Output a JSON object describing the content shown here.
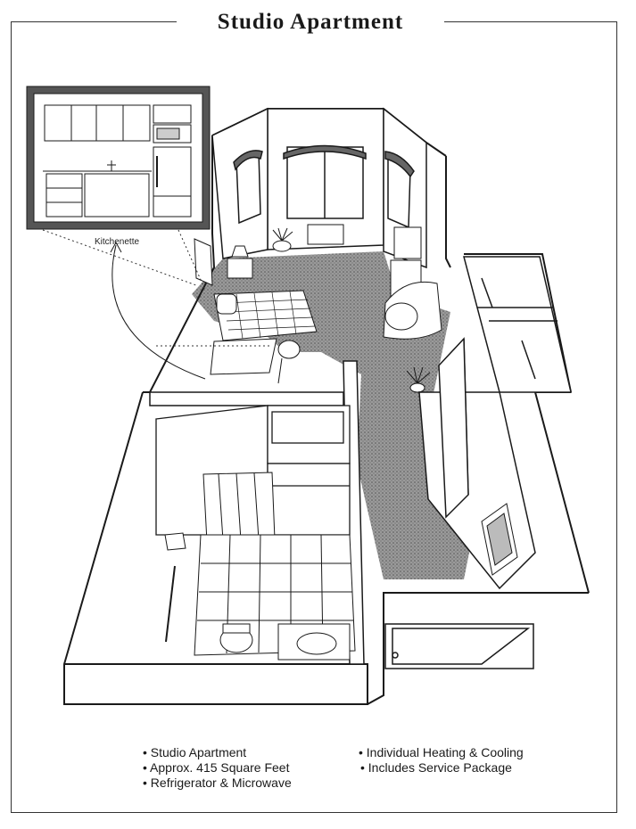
{
  "title": "Studio Apartment",
  "kitchen_label": "Kitchenette",
  "features_left": [
    "Studio Apartment",
    "Approx. 415 Square Feet",
    "Refrigerator & Microwave"
  ],
  "features_right": [
    "Individual Heating & Cooling",
    "Includes Service Package"
  ],
  "colors": {
    "line": "#1a1a1a",
    "carpet": "#8a8a8a",
    "wall": "#ffffff",
    "inset_frame": "#555555"
  }
}
